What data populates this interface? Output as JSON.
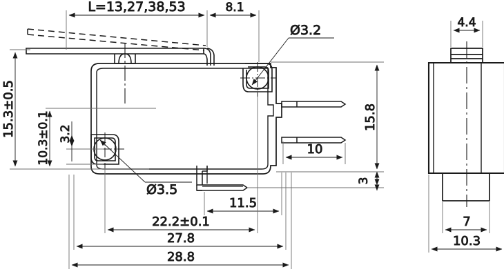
{
  "drawing": {
    "title": "Micro switch mechanical outline drawing",
    "units": "mm",
    "line_color": "#1a1a1a",
    "thin_color": "#6e6e6e",
    "background": "#ffffff"
  },
  "views": {
    "front": {
      "name": "front-view"
    },
    "side": {
      "name": "side-view"
    }
  },
  "dimensions": {
    "lever_length": "L=13,27,38,53",
    "pivot_to_right_edge": "8.1",
    "upper_hole_dia": "Ø3.2",
    "lower_hole_dia": "Ø3.5",
    "total_height_left": "15.3±0.5",
    "hole_center_height": "10.3±0.1",
    "lower_hole_offset": "3.2",
    "body_height_right": "15.8",
    "terminal_length": "10",
    "bottom_terminal_offset": "3",
    "bottom_terminal_length": "11.5",
    "mount_hole_span": "22.2±0.1",
    "body_length": "27.8",
    "overall_length": "28.8",
    "side_plunger_width": "4.4",
    "side_inner_width": "7",
    "side_overall_width": "10.3"
  }
}
